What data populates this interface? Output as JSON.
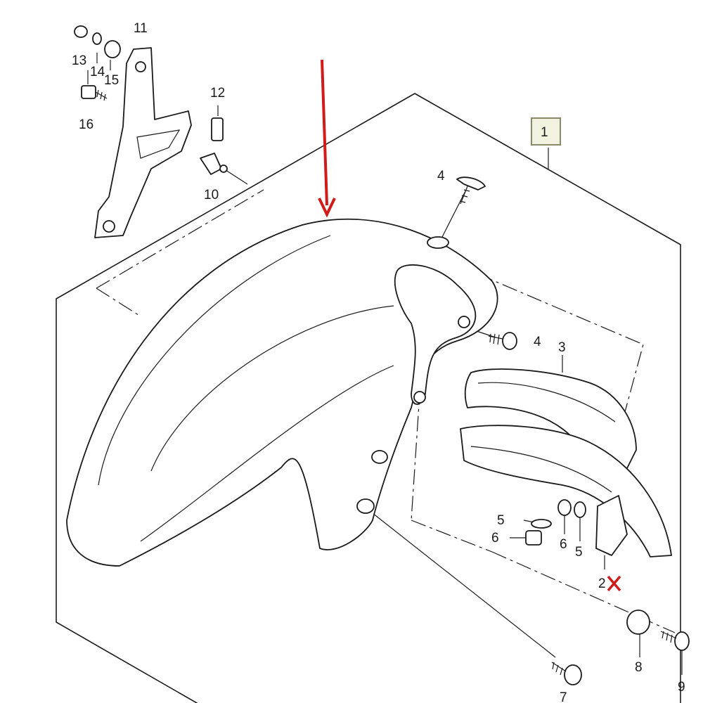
{
  "callouts": {
    "c1": "1",
    "c2": "2",
    "c3": "3",
    "c4a": "4",
    "c4b": "4",
    "c5a": "5",
    "c5b": "5",
    "c6a": "6",
    "c6b": "6",
    "c7": "7",
    "c8": "8",
    "c9": "9",
    "c10": "10",
    "c11": "11",
    "c12": "12",
    "c13": "13",
    "c14": "14",
    "c15": "15",
    "c16": "16"
  },
  "highlight_color": "#d11a1a",
  "box_border_color": "#8a8a6a",
  "box_fill_color": "#f2f2e0"
}
